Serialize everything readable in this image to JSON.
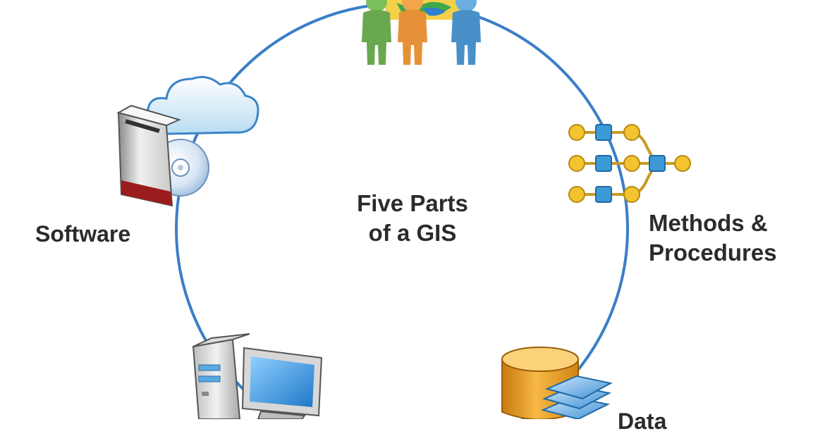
{
  "title": {
    "line1": "Five Parts",
    "line2": "of a GIS"
  },
  "parts": {
    "software": "Software",
    "methods_line1": "Methods &",
    "methods_line2": "Procedures",
    "data": "Data"
  },
  "colors": {
    "ring": "#3a7ec8",
    "text": "#2b2b2b",
    "node_yellow": "#f4c430",
    "node_blue": "#3c9ad6",
    "cylinder": "#f0a020",
    "person_green": "#6aa84f",
    "person_orange": "#e69138",
    "person_blue": "#4a90c8"
  },
  "icons": [
    "people-icon",
    "map-icon",
    "software-box-icon",
    "cloud-icon",
    "disc-icon",
    "workflow-icon",
    "database-icon",
    "computer-icon"
  ]
}
